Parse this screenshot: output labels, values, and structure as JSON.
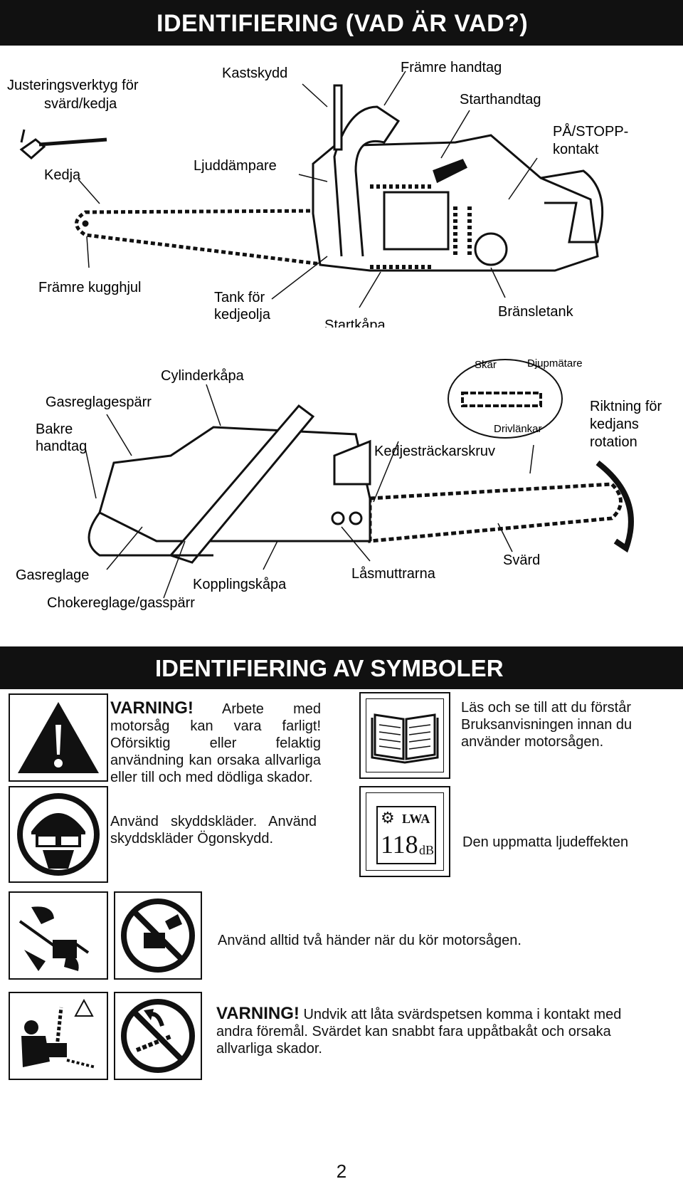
{
  "header": {
    "title": "IDENTIFIERING  (VAD ÄR VAD?)"
  },
  "diagram1": {
    "labels": {
      "adjust_tool": [
        "Justeringsverktyg för",
        "svärd/kedja"
      ],
      "kastskydd": "Kastskydd",
      "front_handle": "Främre handtag",
      "start_handle": "Starthandtag",
      "on_off": [
        "PÅ/STOPP-",
        "kontakt"
      ],
      "chain": "Kedja",
      "muffler": "Ljuddämpare",
      "front_sprocket": "Främre kugghjul",
      "oil_tank": [
        "Tank för",
        "kedjeolja"
      ],
      "starter_cover": "Startkåpa",
      "fuel_tank": "Bränsletank"
    }
  },
  "diagram2": {
    "labels": {
      "cylinder_cover": "Cylinderkåpa",
      "throttle_lock": "Gasreglagespärr",
      "rear_handle": [
        "Bakre",
        "handtag"
      ],
      "cutter": "Skär",
      "depth_gauge": "Djupmätare",
      "drive_links": "Drivlänkar",
      "rotation": [
        "Riktning för",
        "kedjans",
        "rotation"
      ],
      "tensioner": "Kedjesträckarskruv",
      "throttle": "Gasreglage",
      "clutch_cover": "Kopplingskåpa",
      "choke": "Chokereglage/gasspärr",
      "bar_nuts": "Låsmuttrarna",
      "bar": "Svärd"
    }
  },
  "symbols": {
    "title": "IDENTIFIERING AV SYMBOLER",
    "warning1": {
      "heading": "VARNING!",
      "text": " Arbete med motorsåg kan vara farligt! Oförsiktig eller felaktig användning kan orsaka allvarliga eller till och med dödliga skador."
    },
    "protective": "Använd skyddskläder. Använd skyddskläder Ögonskydd.",
    "manual": "Läs och se till att du förstår Bruksanvisningen innan du använder motorsågen.",
    "sound": "Den uppmatta ljudeffekten",
    "sound_icon": {
      "lwa": "LWA",
      "value": "118",
      "unit": "dB"
    },
    "two_hands": "Använd alltid två händer när du kör motorsågen.",
    "warning2": {
      "heading": "VARNING!",
      "text": " Undvik att låta svärdspetsen komma i kontakt med andra föremål. Svärdet kan snabbt fara uppåtbakåt och orsaka allvarliga skador."
    }
  },
  "page_number": "2"
}
